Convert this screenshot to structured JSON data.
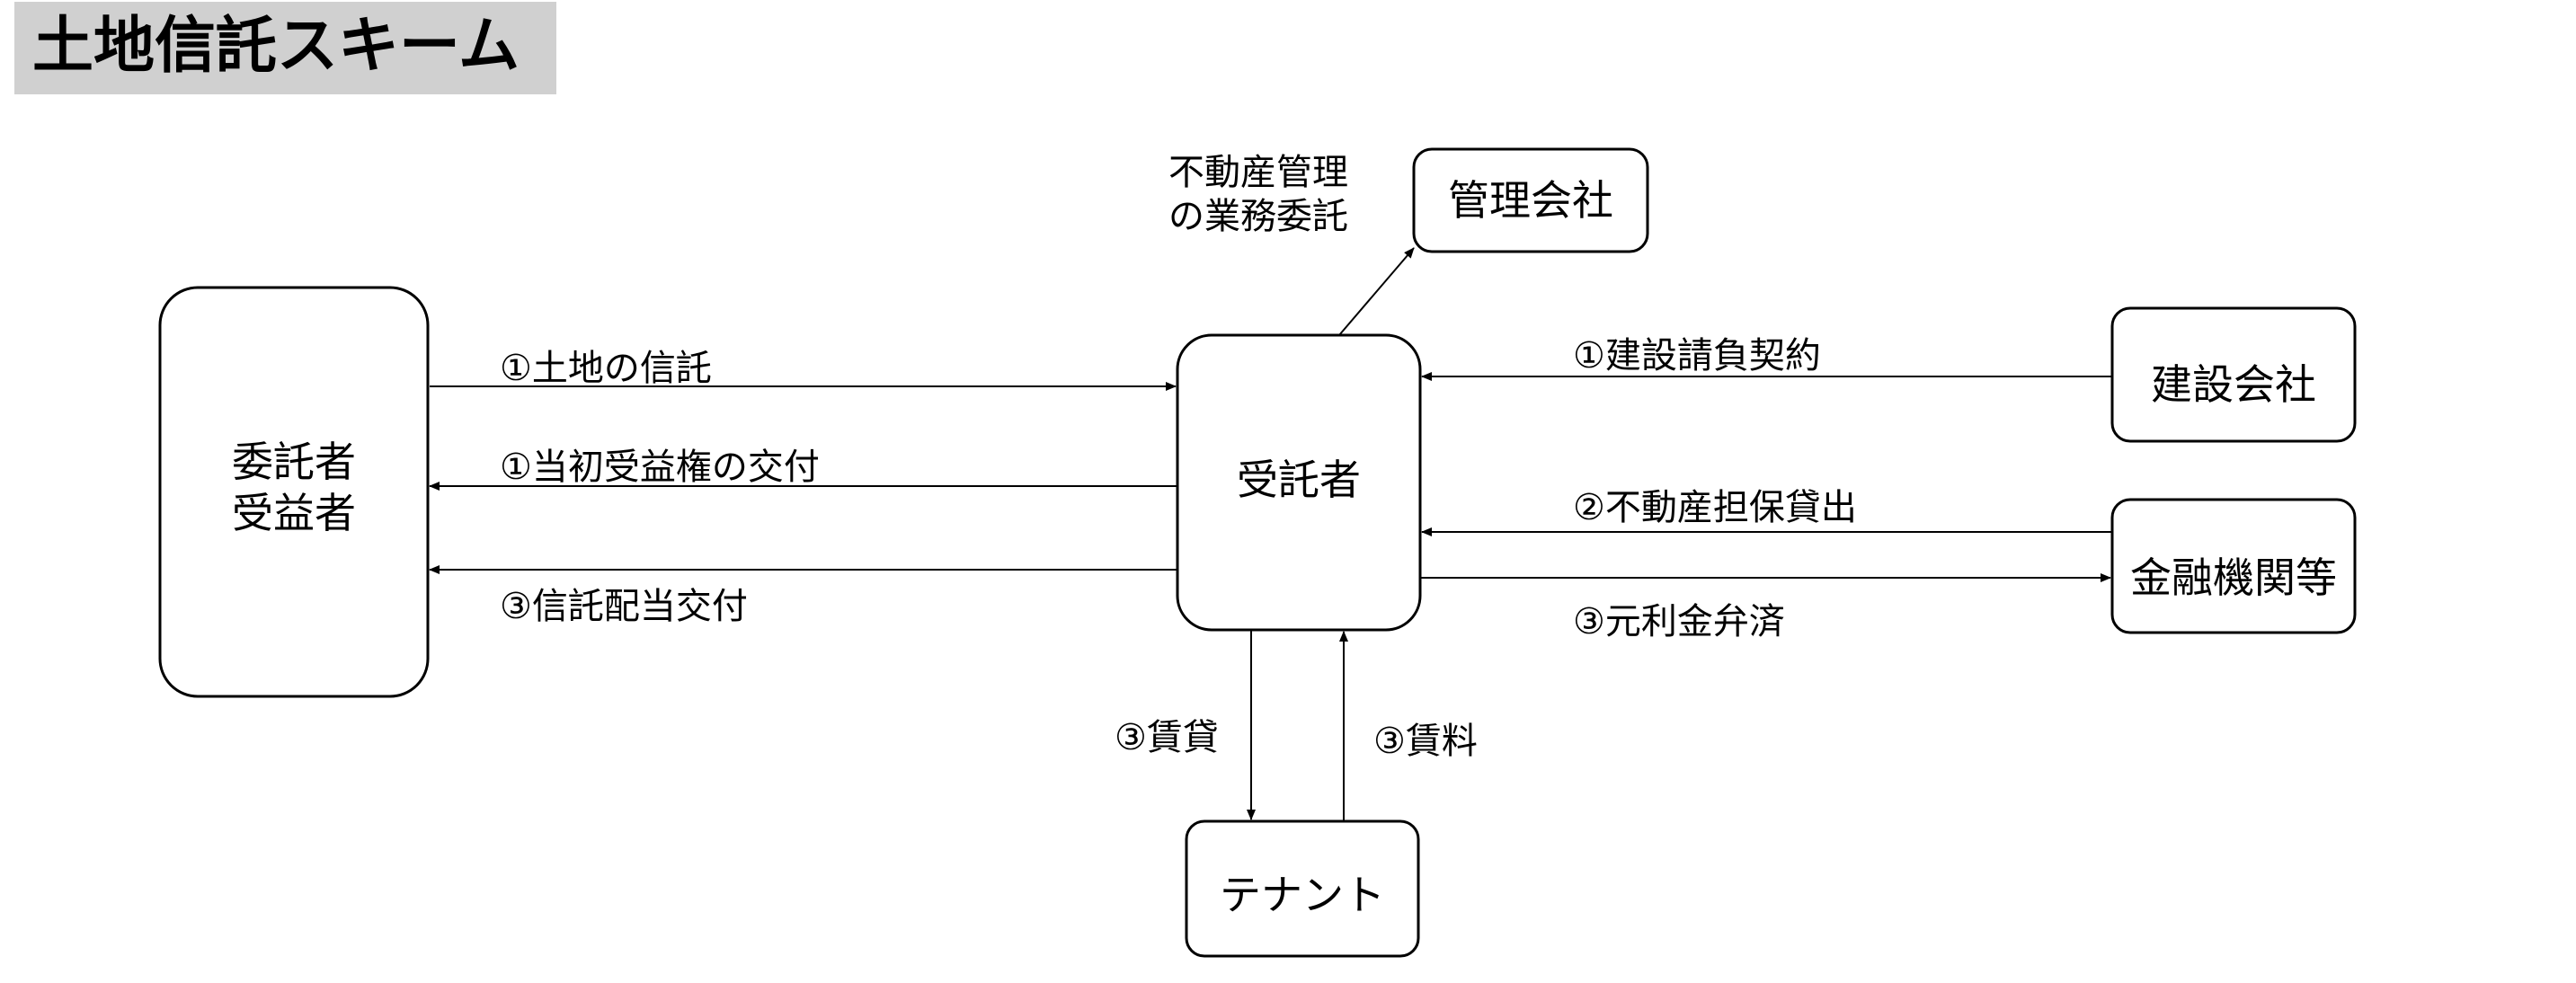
{
  "title": "土地信託スキーム",
  "nodes": {
    "settlor": [
      "委託者",
      "受益者"
    ],
    "trustee": "受託者",
    "management_company": "管理会社",
    "construction_company": "建設会社",
    "financial_institution": "金融機関等",
    "tenant": "テナント"
  },
  "edges": {
    "land_trust": "①土地の信託",
    "initial_beneficiary_right": "①当初受益権の交付",
    "trust_dividend": "③信託配当交付",
    "management_outsourcing": [
      "不動産管理",
      "の業務委託"
    ],
    "construction_contract": "①建設請負契約",
    "real_estate_loan": "②不動産担保貸出",
    "repayment": "③元利金弁済",
    "lease": "③賃貸",
    "rent": "③賃料"
  }
}
